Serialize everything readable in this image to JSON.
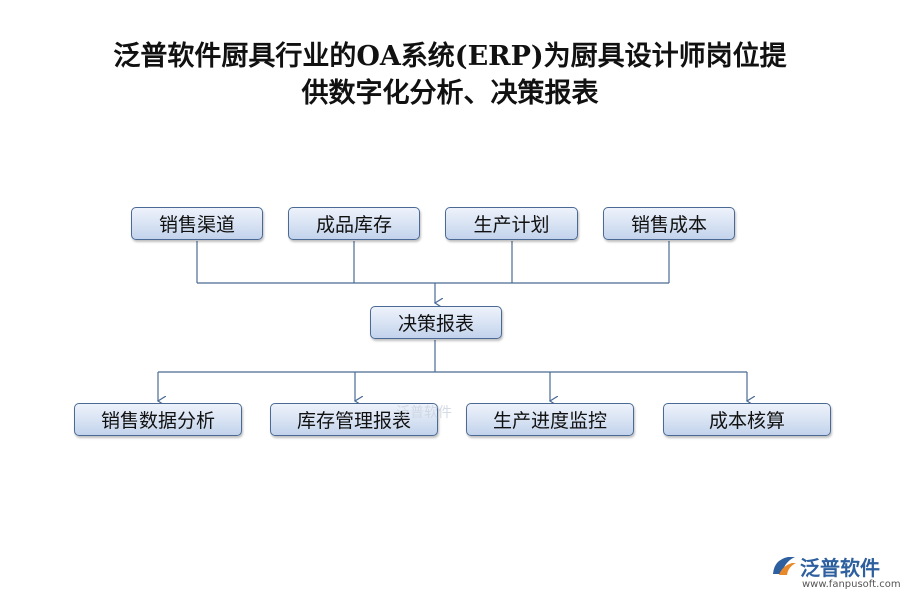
{
  "title": {
    "line1": "泛普软件厨具行业的OA系统(ERP)为厨具设计师岗位提",
    "line2": "供数字化分析、决策报表"
  },
  "top_nodes": [
    "销售渠道",
    "成品库存",
    "生产计划",
    "销售成本"
  ],
  "center_node": "决策报表",
  "bottom_nodes": [
    "销售数据分析",
    "库存管理报表",
    "生产进度监控",
    "成本核算"
  ],
  "watermark": "泛普软件",
  "logo": {
    "name": "泛普软件",
    "url": "www.fanpusoft.com"
  },
  "colors": {
    "line": "#4a6a95",
    "box_fill": "#c3d3ec",
    "brand": "#2e5f9e"
  }
}
